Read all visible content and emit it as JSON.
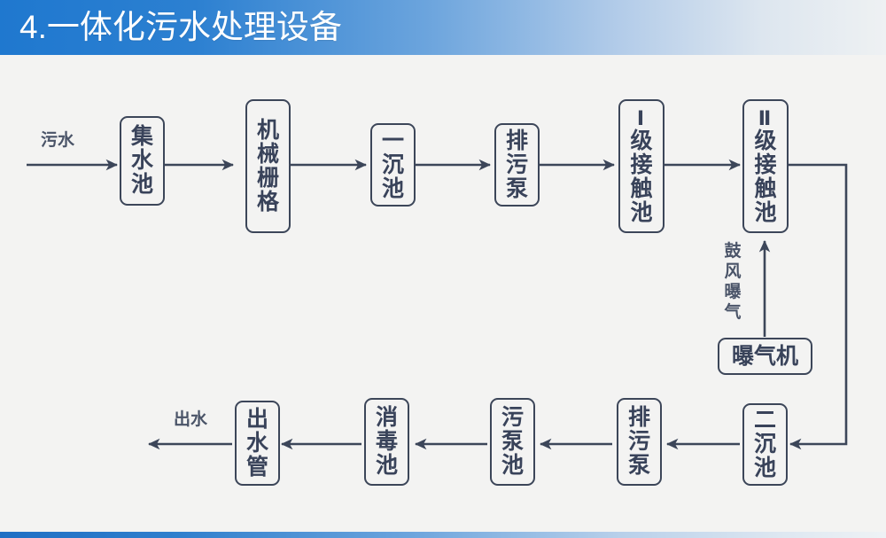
{
  "header": {
    "title": "4.一体化污水处理设备",
    "accent_color": "#1f78cf",
    "gradient_end_color": "#eef1f3"
  },
  "page": {
    "background_color": "#f3f3f2",
    "line_color": "#3c4659",
    "text_color": "#39435a"
  },
  "diagram": {
    "type": "process-flow",
    "labels": {
      "inlet": "污水",
      "outlet": "出水",
      "aeration": "鼓\n风\n曝\n气"
    },
    "nodes": [
      {
        "id": "collect-tank",
        "label": "集\n水\n池",
        "plain": "集水池",
        "row": "top",
        "orientation": "vertical"
      },
      {
        "id": "mechanical-grille",
        "label": "机\n械\n栅\n格",
        "plain": "机械栅格",
        "row": "top",
        "orientation": "vertical"
      },
      {
        "id": "primary-settling",
        "label": "一\n沉\n池",
        "plain": "一沉池",
        "row": "top",
        "orientation": "vertical"
      },
      {
        "id": "sewage-pump-top",
        "label": "排\n污\n泵",
        "plain": "排污泵",
        "row": "top",
        "orientation": "vertical"
      },
      {
        "id": "contact-tank-1",
        "label": "级\n接\n触\n池",
        "roman": "Ⅰ",
        "plain": "Ⅰ级接触池",
        "row": "top",
        "orientation": "vertical"
      },
      {
        "id": "contact-tank-2",
        "label": "级\n接\n触\n池",
        "roman": "Ⅱ",
        "plain": "Ⅱ级接触池",
        "row": "top",
        "orientation": "vertical"
      },
      {
        "id": "aerator",
        "label": "曝气机",
        "plain": "曝气机",
        "row": "middle",
        "orientation": "horizontal"
      },
      {
        "id": "secondary-settling",
        "label": "二\n沉\n池",
        "plain": "二沉池",
        "row": "bottom",
        "orientation": "vertical"
      },
      {
        "id": "sewage-pump-bottom",
        "label": "排\n污\n泵",
        "plain": "排污泵",
        "row": "bottom",
        "orientation": "vertical"
      },
      {
        "id": "pump-tank",
        "label": "污\n泵\n池",
        "plain": "污泵池",
        "row": "bottom",
        "orientation": "vertical"
      },
      {
        "id": "disinfection-tank",
        "label": "消\n毒\n池",
        "plain": "消毒池",
        "row": "bottom",
        "orientation": "vertical"
      },
      {
        "id": "outlet-pipe",
        "label": "出\n水\n管",
        "plain": "出水管",
        "row": "bottom",
        "orientation": "vertical"
      }
    ],
    "flow_sequence": [
      "污水",
      "集水池",
      "机械栅格",
      "一沉池",
      "排污泵",
      "Ⅰ级接触池",
      "Ⅱ级接触池",
      "二沉池",
      "排污泵",
      "污泵池",
      "消毒池",
      "出水管",
      "出水"
    ],
    "side_flow": {
      "from": "曝气机",
      "to": "Ⅱ级接触池",
      "label": "鼓风曝气"
    }
  }
}
